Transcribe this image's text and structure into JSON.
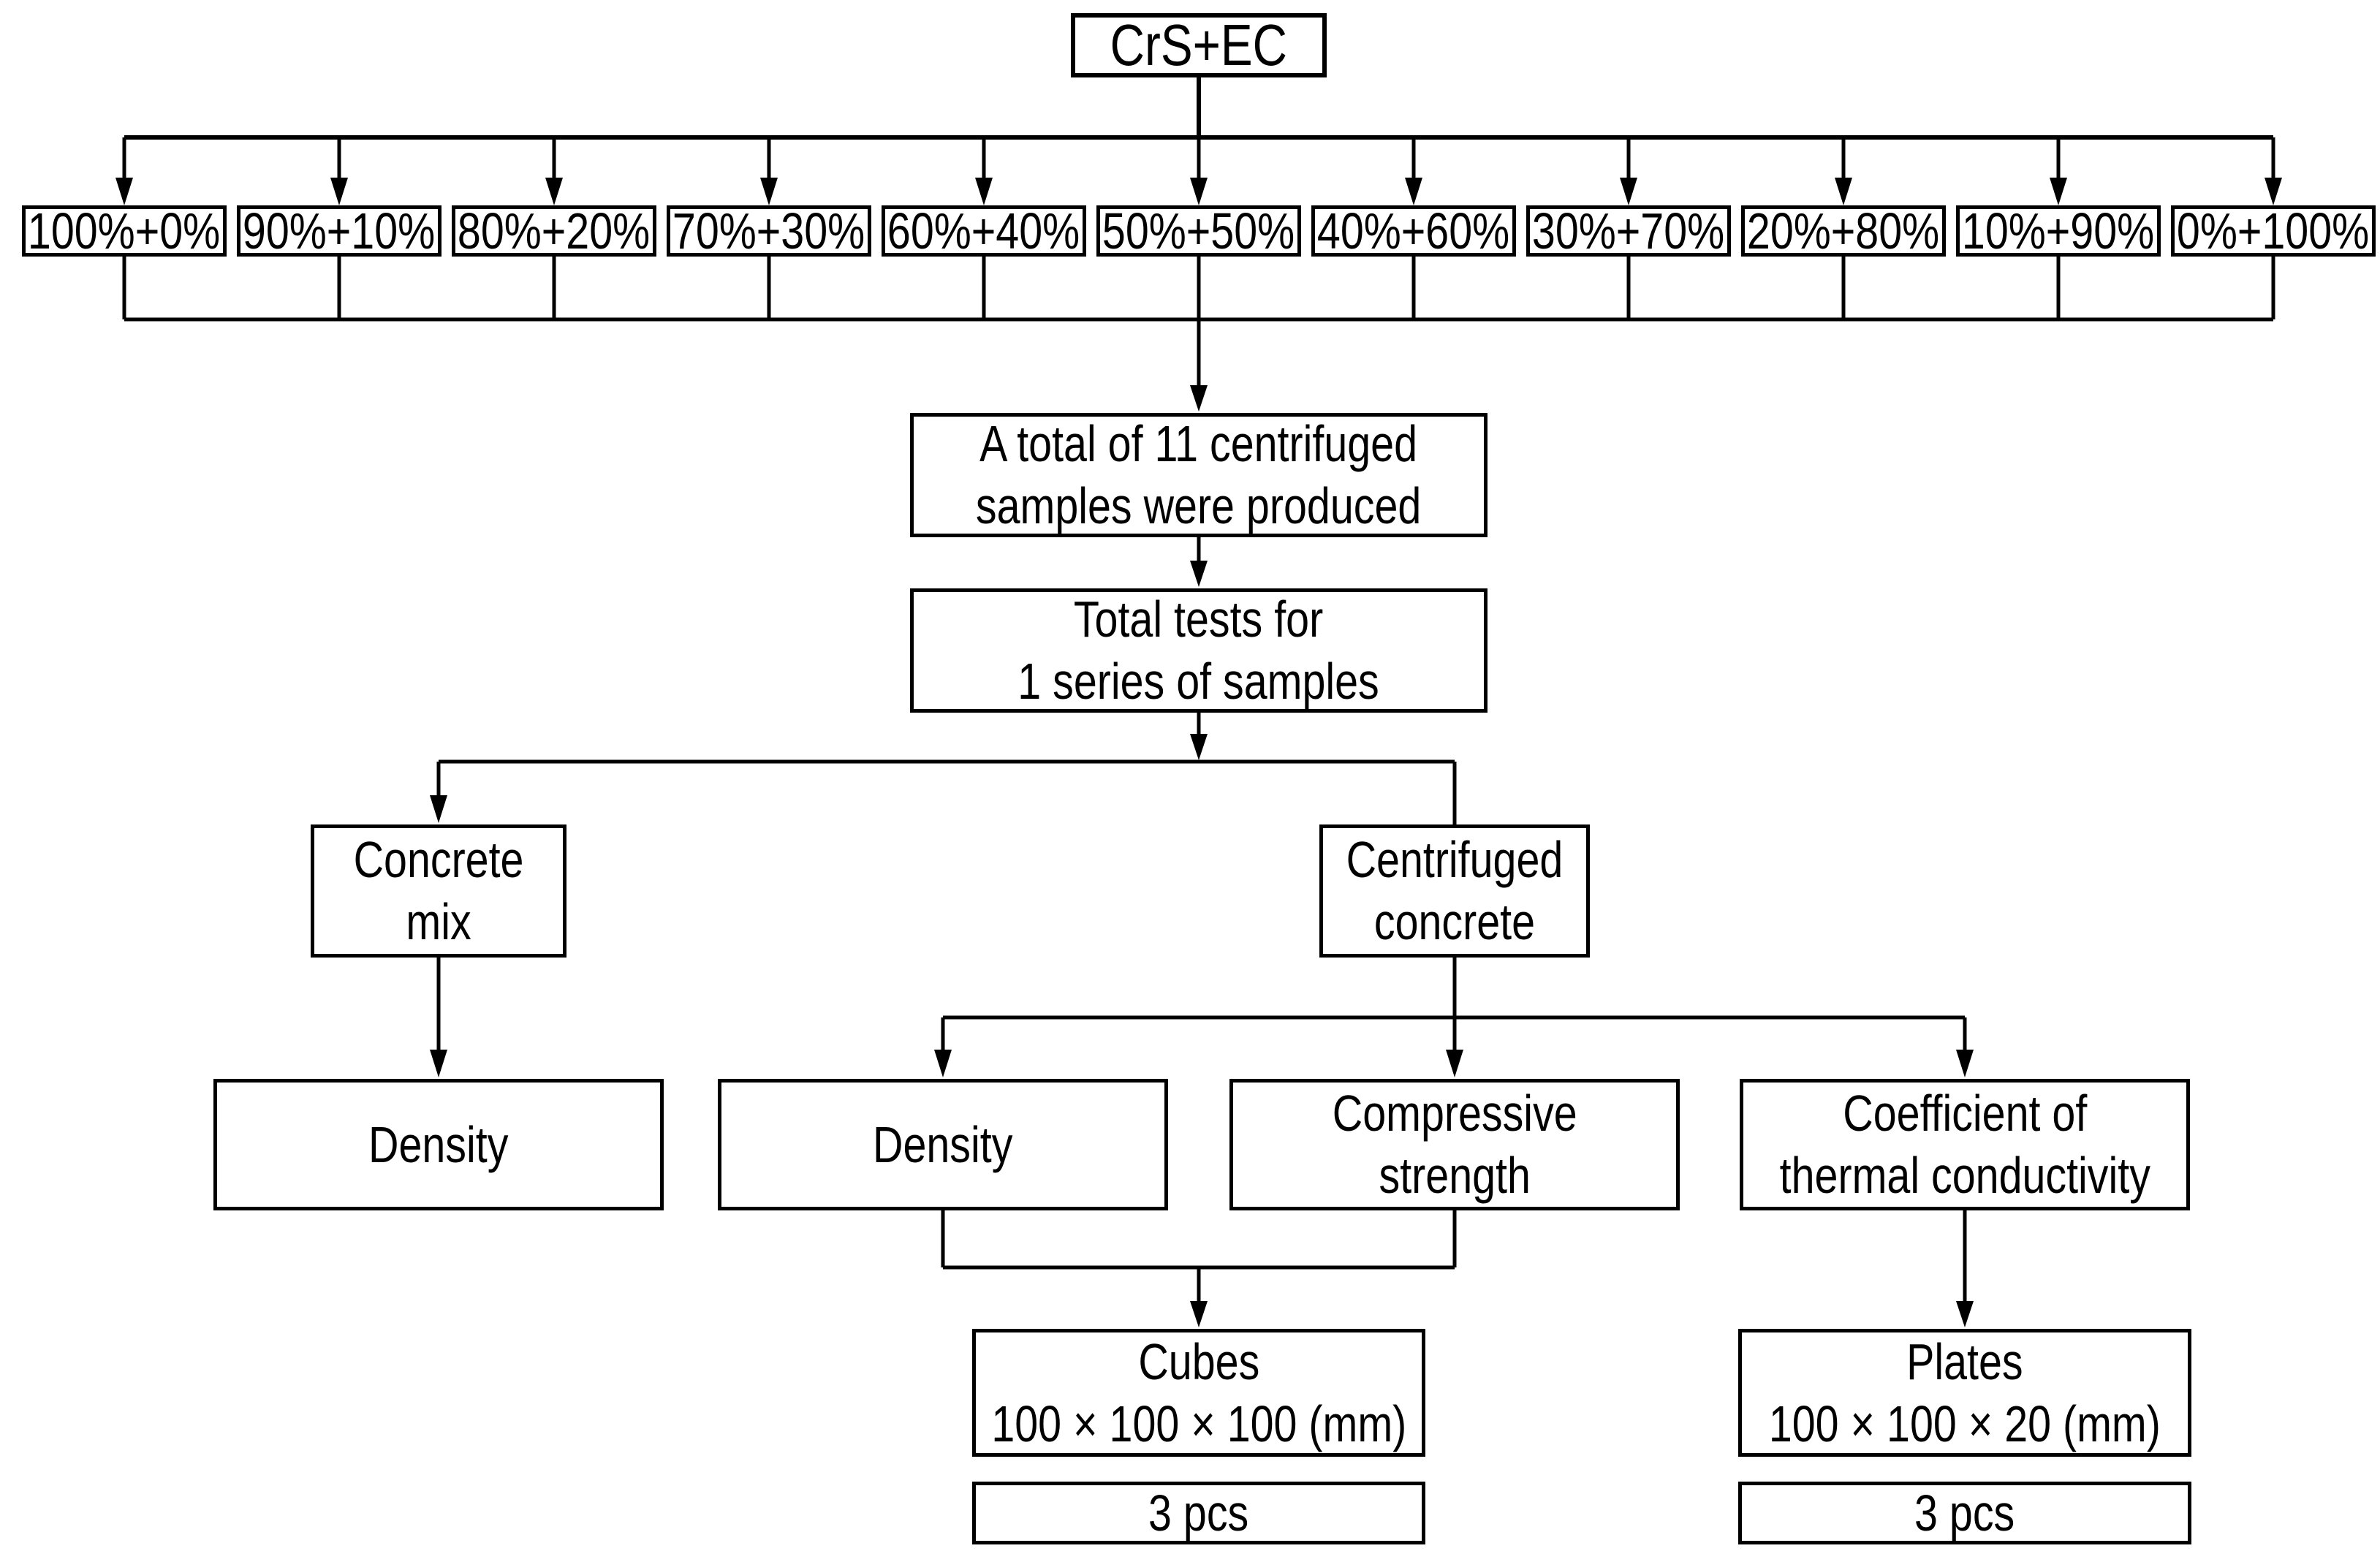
{
  "figure": {
    "root": {
      "label": "CrS+EC"
    },
    "ratios": [
      {
        "label": "100%+0%"
      },
      {
        "label": "90%+10%"
      },
      {
        "label": "80%+20%"
      },
      {
        "label": "70%+30%"
      },
      {
        "label": "60%+40%"
      },
      {
        "label": "50%+50%"
      },
      {
        "label": "40%+60%"
      },
      {
        "label": "30%+70%"
      },
      {
        "label": "20%+80%"
      },
      {
        "label": "10%+90%"
      },
      {
        "label": "0%+100%"
      }
    ],
    "produced": {
      "line1": "A total of 11 centrifuged",
      "line2": "samples were produced"
    },
    "tests": {
      "line1": "Total tests for",
      "line2": "1 series of samples"
    },
    "concrete_mix": {
      "line1": "Concrete",
      "line2": "mix"
    },
    "centrifuged_concrete": {
      "line1": "Centrifuged",
      "line2": "concrete"
    },
    "mix_density": {
      "label": "Density"
    },
    "centrifuged_density": {
      "label": "Density"
    },
    "compressive_strength": {
      "line1": "Compressive",
      "line2": "strength"
    },
    "thermal_conductivity": {
      "line1": "Coefficient of",
      "line2": "thermal conductivity"
    },
    "cubes": {
      "line1": "Cubes",
      "line2": "100 × 100 × 100 (mm)",
      "count": "3 pcs"
    },
    "plates": {
      "line1": "Plates",
      "line2": "100 × 100 × 20 (mm)",
      "count": "3 pcs"
    }
  },
  "colors": {
    "ink": "#000000",
    "background": "#ffffff"
  }
}
